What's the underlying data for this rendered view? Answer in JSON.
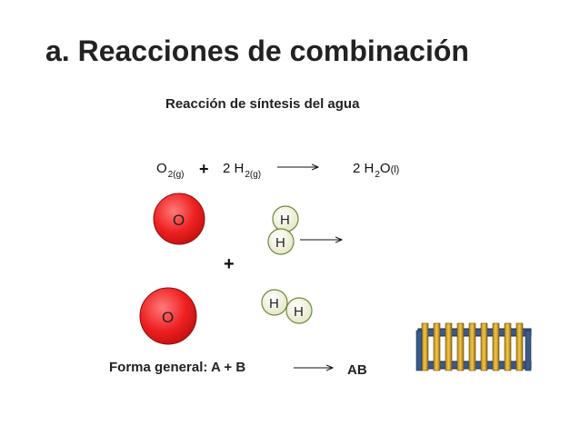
{
  "title": "a. Reacciones de  combinación",
  "subtitle": "Reacción de síntesis del agua",
  "equation": {
    "reactant1_symbol": "O",
    "reactant1_sub": "2(g)",
    "plus": "+",
    "reactant2_coef": "2 H",
    "reactant2_sub": "2(g)",
    "product_coef": "2 H",
    "product_sub": "2",
    "product_rest": "O",
    "product_state": "(l)"
  },
  "atoms": {
    "oxygen_label": "O",
    "hydrogen_label": "H",
    "oxygen_color": "#ee2020",
    "hydrogen_color": "#f2f2d8"
  },
  "middle_plus": "+",
  "general": {
    "label": "Forma general:  A + B",
    "product": "AB"
  }
}
